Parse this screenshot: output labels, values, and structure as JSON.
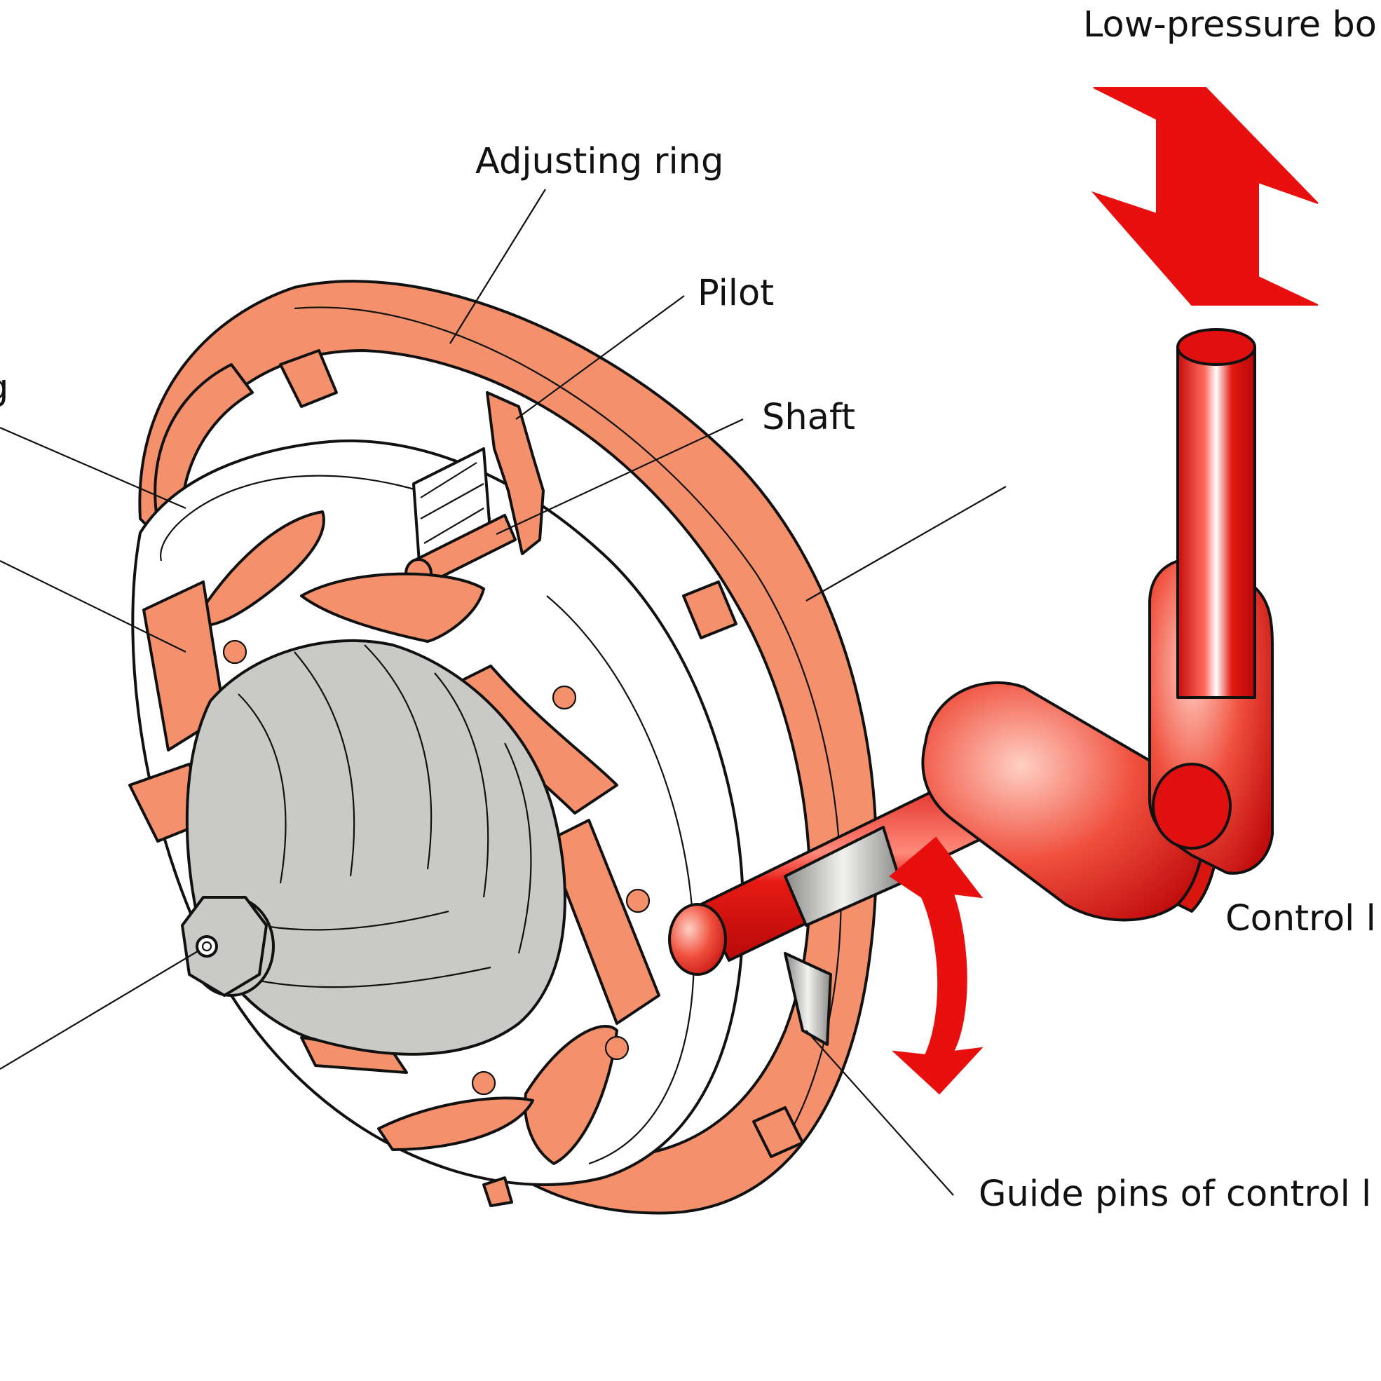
{
  "labels": {
    "low_pressure": "Low-pressure bo",
    "adjusting_ring": "Adjusting ring",
    "pilot": "Pilot",
    "shaft": "Shaft",
    "cut_left_top": "g",
    "control_lever": "Control l",
    "guide_pins": "Guide pins of control l"
  },
  "colors": {
    "ring_fill": "#f4916c",
    "vane_fill": "#f4916c",
    "turbine_fill": "#c9c9c6",
    "actuator_red": "#e01010",
    "arrow_red": "#e8100e",
    "line": "#111111",
    "background": "#ffffff"
  }
}
